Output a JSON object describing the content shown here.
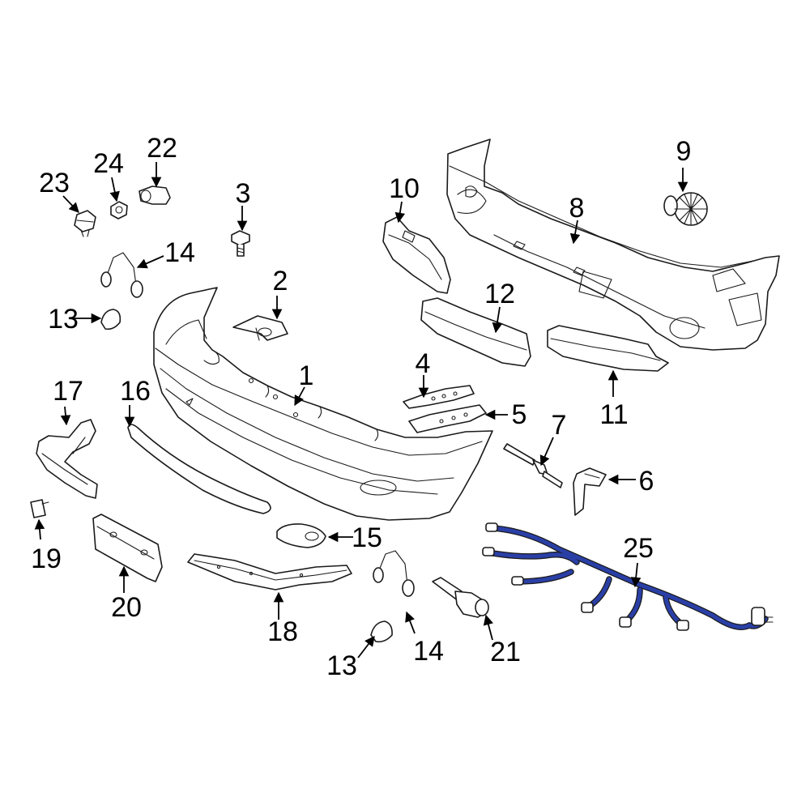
{
  "colors": {
    "line": "#1a1a1a",
    "label": "#000000",
    "background": "#ffffff",
    "harness": "#2a3fa6"
  },
  "callouts": {
    "c1": "1",
    "c2": "2",
    "c3": "3",
    "c4": "4",
    "c5": "5",
    "c6": "6",
    "c7": "7",
    "c8": "8",
    "c9": "9",
    "c10": "10",
    "c11": "11",
    "c12": "12",
    "c13a": "13",
    "c13b": "13",
    "c14a": "14",
    "c14b": "14",
    "c15": "15",
    "c16": "16",
    "c17": "17",
    "c18": "18",
    "c19": "19",
    "c20": "20",
    "c21": "21",
    "c22": "22",
    "c23": "23",
    "c24": "24",
    "c25": "25"
  }
}
